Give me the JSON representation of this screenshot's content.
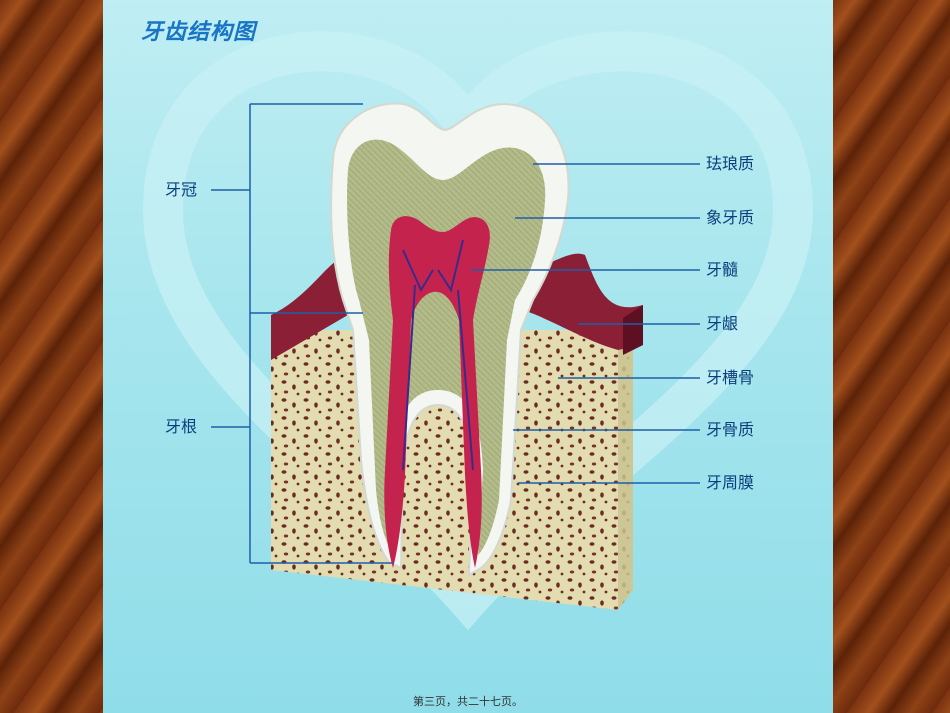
{
  "title": "牙齿结构图",
  "labels": {
    "crown": "牙冠",
    "root": "牙根",
    "enamel": "珐琅质",
    "dentin": "象牙质",
    "pulp": "牙髓",
    "gum": "牙龈",
    "alveolar_bone": "牙槽骨",
    "cementum": "牙骨质",
    "periodontal_membrane": "牙周膜"
  },
  "footer": "第三页，共二十七页。",
  "colors": {
    "label_text": "#0b3f7c",
    "leader_line": "#1f5fa8",
    "title": "#1874c4"
  }
}
